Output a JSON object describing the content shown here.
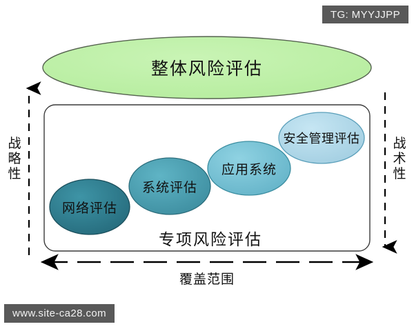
{
  "watermarks": {
    "tg": "TG: MYYJJPP",
    "site": "www.site-ca28.com"
  },
  "diagram": {
    "title_node": "整体风险评估",
    "container_label": "专项风险评估",
    "axes": {
      "left_label": "战略性",
      "right_label": "战术性",
      "bottom_label": "覆盖范围"
    },
    "nodes": [
      {
        "id": "network",
        "label": "网络评估",
        "fill": "#2d7d8e",
        "stroke": "#1b4f5c"
      },
      {
        "id": "system",
        "label": "系统评估",
        "fill": "#4ba3b5",
        "stroke": "#2c6d7c"
      },
      {
        "id": "app",
        "label": "应用系统",
        "fill": "#79c3d6",
        "stroke": "#3c8ea1"
      },
      {
        "id": "security",
        "label": "安全管理评估",
        "fill": "#b0d8e9",
        "stroke": "#5a9fba"
      }
    ],
    "colors": {
      "overall_fill": "#bdf0a7",
      "overall_stroke": "#4d5b4d",
      "container_stroke": "#3a3a3a",
      "arrow": "#000000",
      "background": "#ffffff",
      "chip_bg": "#595959",
      "chip_text": "#f2f2f2"
    }
  }
}
